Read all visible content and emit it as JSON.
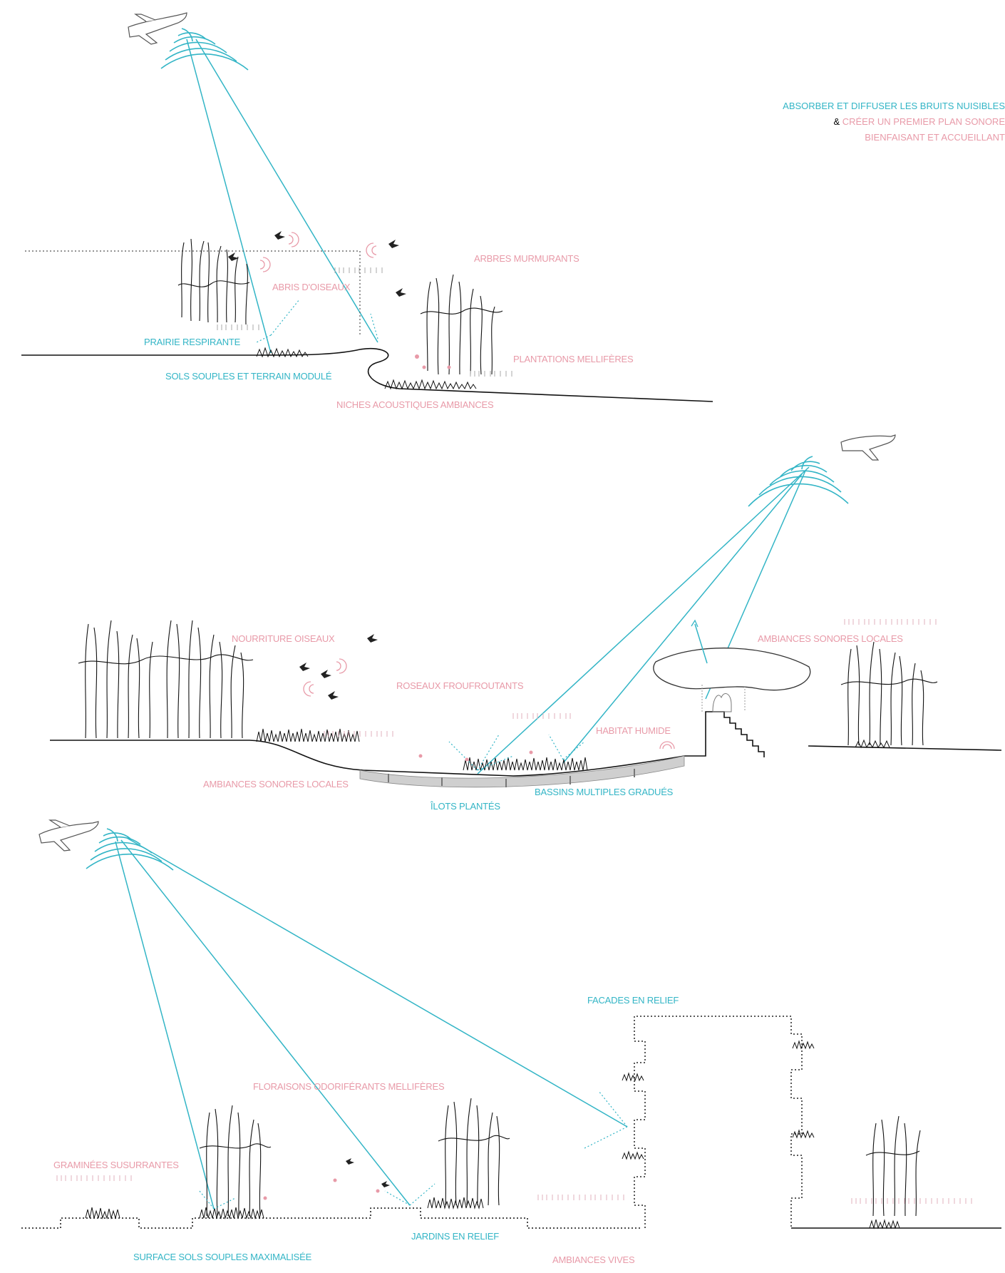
{
  "header": {
    "line1": "ABSORBER ET DIFFUSER LES BRUITS NUISIBLES",
    "line2_amp": "&",
    "line2_pink": "CRÉER UN PREMIER PLAN SONORE",
    "line3_pink": "BIENFAISANT ET ACCUEILLANT"
  },
  "colors": {
    "cyan": "#33b5c6",
    "pink": "#e89aa8",
    "ink": "#111111"
  },
  "section1": {
    "abris": "ABRIS D'OISEAUX",
    "arbres": "ARBRES MURMURANTS",
    "prairie": "PRAIRIE RESPIRANTE",
    "sols": "SOLS SOUPLES ET TERRAIN MODULÉ",
    "plantations": "PLANTATIONS MELLIFÈRES",
    "niches": "NICHES ACOUSTIQUES AMBIANCES"
  },
  "section2": {
    "nourriture": "NOURRITURE OISEAUX",
    "ambiances_locales_right": "AMBIANCES SONORES LOCALES",
    "roseaux": "ROSEAUX FROUFROUTANTS",
    "habitat": "HABITAT HUMIDE",
    "ambiances_locales_left": "AMBIANCES SONORES LOCALES",
    "bassins": "BASSINS MULTIPLES GRADUÉS",
    "ilots": "ÎLOTS PLANTÉS"
  },
  "section3": {
    "facades": "FACADES EN RELIEF",
    "floraisons": "FLORAISONS ODORIFÉRANTS MELLIFÈRES",
    "graminees": "GRAMINÉES SUSURRANTES",
    "jardins": "JARDINS EN RELIEF",
    "surface": "SURFACE SOLS SOUPLES MAXIMALISÉE",
    "ambiances_vives": "AMBIANCES VIVES"
  }
}
